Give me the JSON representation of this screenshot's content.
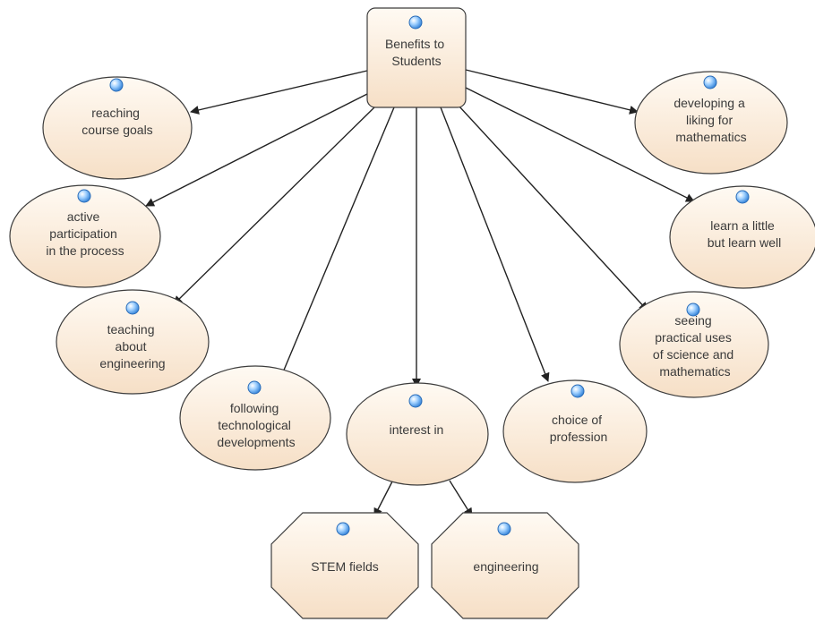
{
  "diagram": {
    "root": {
      "lines": [
        "Benefits to",
        "Students"
      ]
    },
    "nodes": [
      {
        "id": "reaching",
        "lines": [
          "reaching",
          "course goals"
        ]
      },
      {
        "id": "active",
        "lines": [
          "active",
          "participation",
          "in the process"
        ]
      },
      {
        "id": "teaching",
        "lines": [
          "teaching",
          "about",
          "engineering"
        ]
      },
      {
        "id": "following",
        "lines": [
          "following",
          "technological",
          "developments"
        ]
      },
      {
        "id": "interest",
        "lines": [
          "interest in"
        ]
      },
      {
        "id": "choice",
        "lines": [
          "choice of",
          "profession"
        ]
      },
      {
        "id": "seeing",
        "lines": [
          "seeing",
          "practical uses",
          "of science and",
          "mathematics"
        ]
      },
      {
        "id": "learn",
        "lines": [
          "learn a little",
          "but learn well"
        ]
      },
      {
        "id": "liking",
        "lines": [
          "developing a",
          "liking for",
          "mathematics"
        ]
      },
      {
        "id": "stem",
        "lines": [
          "STEM fields"
        ]
      },
      {
        "id": "engineering",
        "lines": [
          "engineering"
        ]
      }
    ],
    "colors": {
      "node_fill_light": "#fffaf3",
      "node_fill_dark": "#f6dfc6",
      "node_stroke": "#3c3c3c",
      "icon_blue": "#3d8fe0",
      "edge": "#222222"
    }
  }
}
